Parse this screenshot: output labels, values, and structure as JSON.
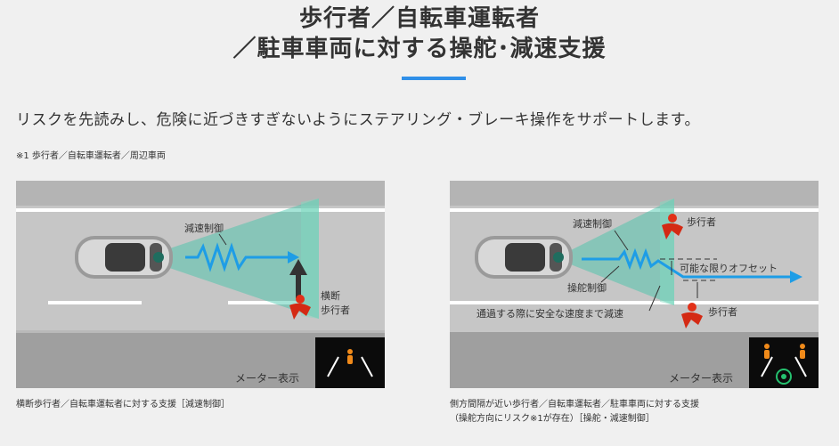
{
  "header": {
    "title_line1": "歩行者／自転車運転者",
    "title_line2": "／駐車車両に対する操舵･減速支援",
    "accent_color": "#2f8fe8"
  },
  "lead_text": "リスクを先読みし、危険に近づきすぎないようにステアリング・ブレーキ操作をサポートします。",
  "footnote": "※1 歩行者／自転車運転者／周辺車両",
  "left_panel": {
    "label_decel": "減速制御",
    "label_crossing_line1": "横断",
    "label_crossing_line2": "歩行者",
    "meter_label": "メーター表示",
    "caption": "横断歩行者／自転車運転者に対する支援［減速制御］"
  },
  "right_panel": {
    "label_decel": "減速制御",
    "label_pedestrian_top": "歩行者",
    "label_offset": "可能な限りオフセット",
    "label_steer": "操舵制御",
    "label_safe_speed": "通過する際に安全な速度まで減速",
    "label_pedestrian_bottom": "歩行者",
    "meter_label": "メーター表示",
    "caption_line1": "側方間隔が近い歩行者／自転車運転者／駐車車両に対する支援",
    "caption_line2": "（操舵方向にリスク※1が存在）［操舵・減速制御］"
  }
}
